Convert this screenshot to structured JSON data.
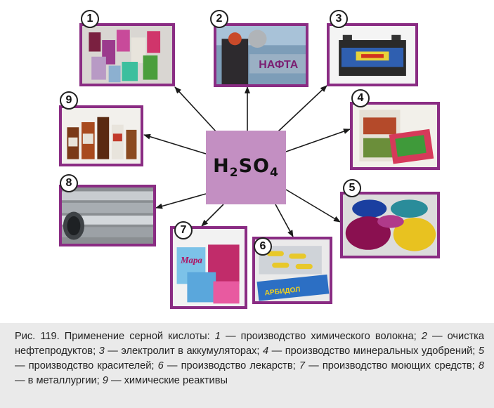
{
  "center": {
    "formula_h": "H",
    "formula_h_sub": "2",
    "formula_so": "SO",
    "formula_so_sub": "4"
  },
  "items": [
    {
      "number": "1",
      "icon": "yarn-spools-photo"
    },
    {
      "number": "2",
      "icon": "oil-refinery-worker-photo",
      "photo_text": "НАФТА"
    },
    {
      "number": "3",
      "icon": "car-battery-photo"
    },
    {
      "number": "4",
      "icon": "fertilizer-bags-photo"
    },
    {
      "number": "5",
      "icon": "dye-bowls-photo"
    },
    {
      "number": "6",
      "icon": "medicine-pills-photo",
      "photo_text": "АРБИДОЛ"
    },
    {
      "number": "7",
      "icon": "detergent-boxes-photo",
      "photo_text": "Мара"
    },
    {
      "number": "8",
      "icon": "metal-pipes-photo"
    },
    {
      "number": "9",
      "icon": "chemical-reagent-bottles-photo"
    }
  ],
  "caption": {
    "prefix": "Рис. 119. Применение серной кислоты: ",
    "entries": [
      {
        "num": "1",
        "text": " — производство химического волокна; "
      },
      {
        "num": "2",
        "text": " — очистка нефтепродуктов; "
      },
      {
        "num": "3",
        "text": " — электролит в аккумуляторах; "
      },
      {
        "num": "4",
        "text": " — производство минеральных удобрений; "
      },
      {
        "num": "5",
        "text": " — производство красителей; "
      },
      {
        "num": "6",
        "text": " — производство лекарств; "
      },
      {
        "num": "7",
        "text": " — производство моющих средств; "
      },
      {
        "num": "8",
        "text": " — в металлургии; "
      },
      {
        "num": "9",
        "text": " — химические реактивы"
      }
    ]
  },
  "colors": {
    "frame": "#8a2c83",
    "center_box": "#c38fc2",
    "caption_bg": "#eaeaea"
  }
}
